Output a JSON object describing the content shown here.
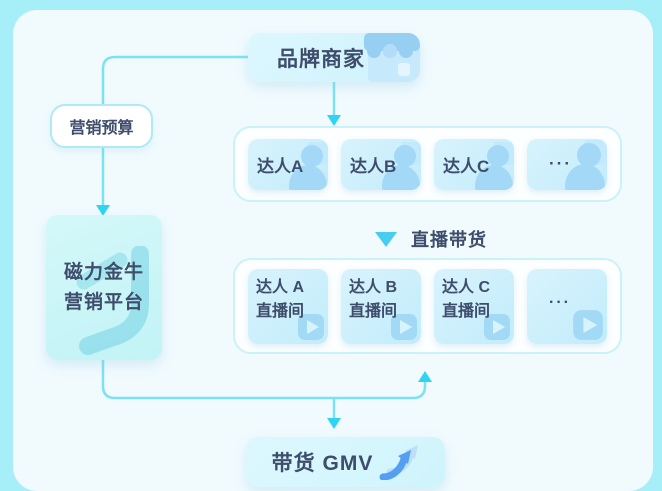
{
  "palette": {
    "outer_background": "#a6eef8",
    "panel_background": "#f1fbfe",
    "connector_line": "#7be2f3",
    "arrowhead": "#2ed4f1",
    "text": "#3d4d6b",
    "node_fill": "#d6f5fd",
    "platform_fill": "#c9f6f7",
    "triangle_marker": "#45cdf2"
  },
  "nodes": {
    "brand": {
      "label": "品牌商家",
      "icon": "storefront-icon"
    },
    "budget": {
      "label": "营销预算"
    },
    "platform": {
      "line1": "磁力金牛",
      "line2": "营销平台",
      "icon": "bolt-watermark-icon"
    },
    "gmv": {
      "label": "带货 GMV",
      "icon": "growth-arrow-icon"
    }
  },
  "live_section": {
    "label": "直播带货",
    "icon": "triangle-down-icon"
  },
  "talents": {
    "icon": "person-icon",
    "items": [
      {
        "label": "达人A"
      },
      {
        "label": "达人B"
      },
      {
        "label": "达人C"
      },
      {
        "label": "···"
      }
    ]
  },
  "liverooms": {
    "icon": "play-icon",
    "items": [
      {
        "line1": "达人 A",
        "line2": "直播间"
      },
      {
        "line1": "达人 B",
        "line2": "直播间"
      },
      {
        "line1": "达人 C",
        "line2": "直播间"
      },
      {
        "line1": "···",
        "line2": ""
      }
    ]
  }
}
